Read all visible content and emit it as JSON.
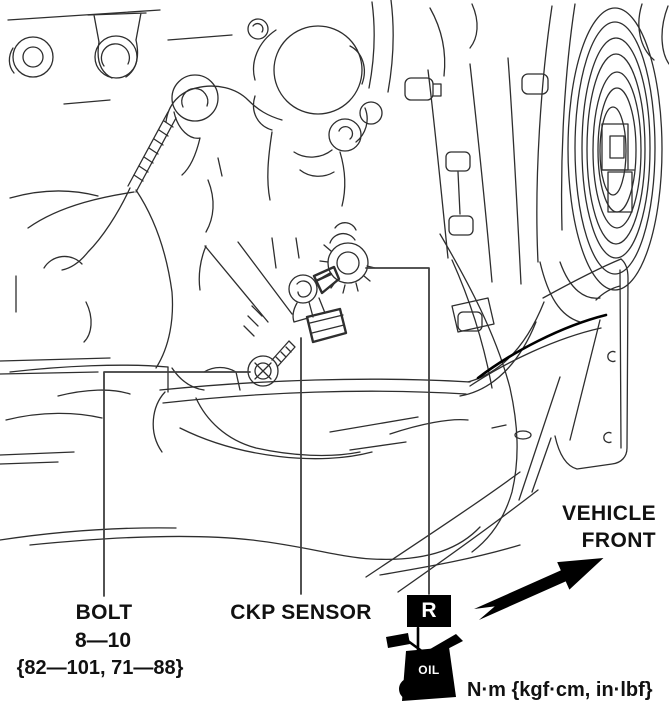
{
  "figure": {
    "background": "#ffffff",
    "line_color": "#2e2e2e",
    "ink_color": "#000000"
  },
  "callouts": {
    "bolt": {
      "label": "BOLT",
      "torque": "8—10",
      "torque_alt": "{82—101, 71—88}"
    },
    "ckp_sensor": {
      "label": "CKP SENSOR"
    },
    "replace_marker": {
      "label": "R"
    },
    "vehicle_front": {
      "line1": "VEHICLE",
      "line2": "FRONT"
    },
    "oil_symbol": {
      "label": "OIL"
    },
    "units_legend": {
      "label": "N·m {kgf·cm, in·lbf}"
    }
  }
}
